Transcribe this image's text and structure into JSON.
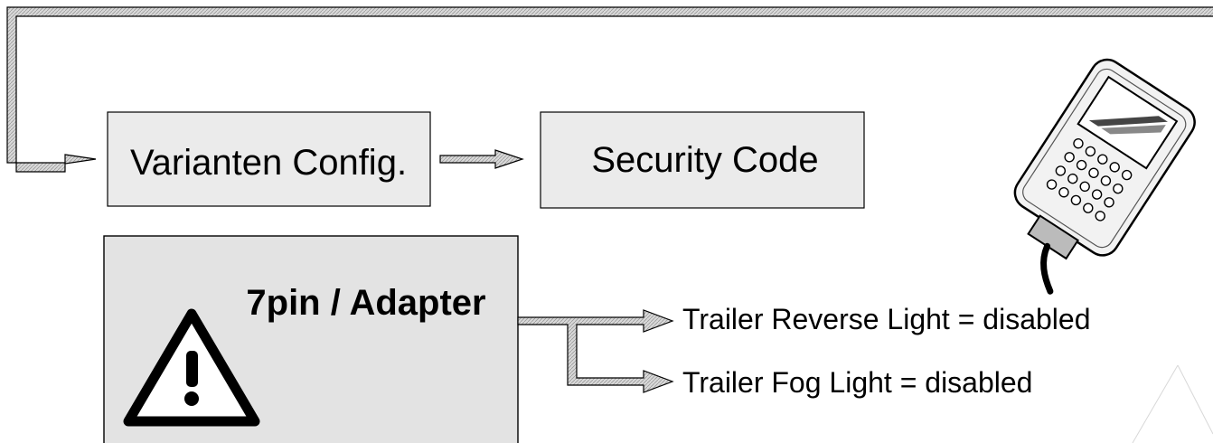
{
  "boxes": {
    "varianten": "Varianten Config.",
    "security": "Security Code",
    "adapter": "7pin / Adapter"
  },
  "outputs": {
    "reverse": "Trailer Reverse Light = disabled",
    "fog": "Trailer Fog Light = disabled"
  },
  "colors": {
    "box_fill": "#ebebeb",
    "warning_box_fill": "#e3e3e3",
    "arrow_fill": "#c8c8c8",
    "outline": "#000000"
  },
  "icons": {
    "warning": "warning-triangle-icon",
    "device": "diagnostic-tester-icon"
  }
}
